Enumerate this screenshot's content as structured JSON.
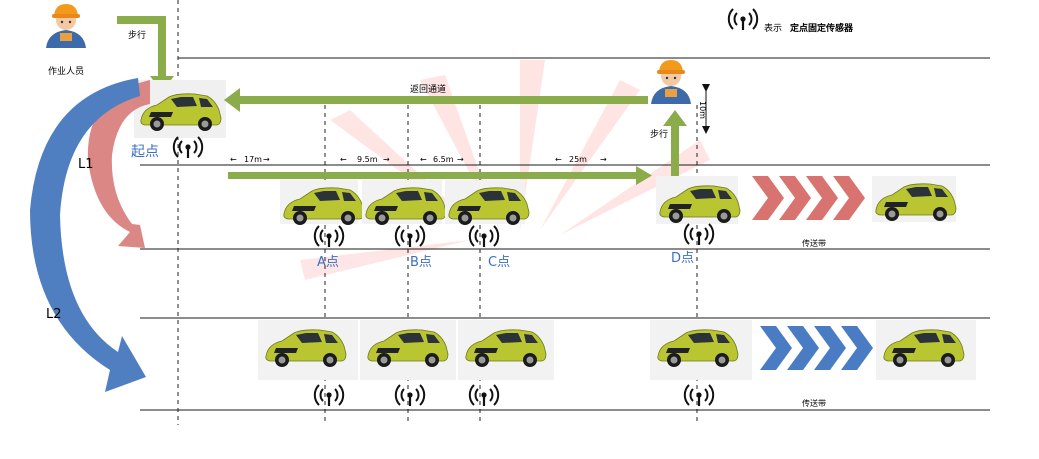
{
  "legend": {
    "icon": "sensor-icon",
    "prefix": "表示",
    "label": "定点固定传感器"
  },
  "worker": {
    "label": "作业人员"
  },
  "walk_top": "步行",
  "walk_right": "步行",
  "return_path": "返回通道",
  "height_dim": "10m",
  "start_point": "起点",
  "loops": {
    "l1": "L1",
    "l2": "L2"
  },
  "distances": {
    "d1": "17m",
    "d2": "9.5m",
    "d3": "6.5m",
    "d4": "25m"
  },
  "points": {
    "a": "A点",
    "b": "B点",
    "c": "C点",
    "d": "D点"
  },
  "conveyor_1": "传送带",
  "conveyor_2": "传送带",
  "colors": {
    "green_arrow": "#8aac4a",
    "red_arrow": "#d77a78",
    "blue_arrow": "#4f7fc0",
    "car": "#b9c531",
    "chevron_red": "#d97370",
    "chevron_blue": "#4a7cc3"
  }
}
